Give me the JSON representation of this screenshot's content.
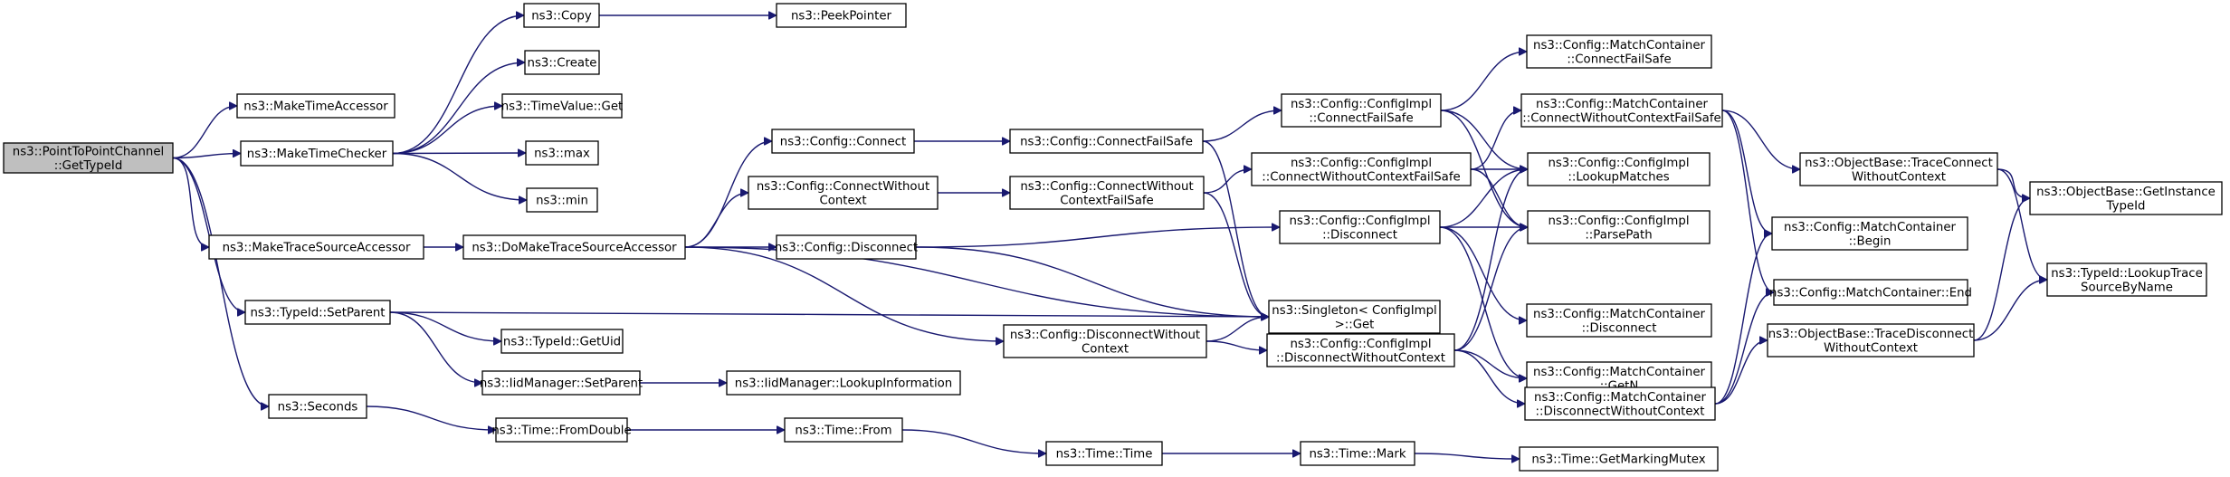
{
  "diagram": {
    "type": "call-graph",
    "colors": {
      "edge": "#191970",
      "root_fill": "#bfbfbf",
      "node_fill": "#ffffff",
      "border": "#000000"
    },
    "nodes": {
      "root": [
        "ns3::PointToPointChannel",
        "::GetTypeId"
      ],
      "make_time_accessor": [
        "ns3::MakeTimeAccessor"
      ],
      "make_time_checker": [
        "ns3::MakeTimeChecker"
      ],
      "make_trace_source_accessor": [
        "ns3::MakeTraceSourceAccessor"
      ],
      "typeid_setparent": [
        "ns3::TypeId::SetParent"
      ],
      "seconds": [
        "ns3::Seconds"
      ],
      "copy": [
        "ns3::Copy"
      ],
      "create": [
        "ns3::Create"
      ],
      "timevalue_get": [
        "ns3::TimeValue::Get"
      ],
      "max": [
        "ns3::max"
      ],
      "min": [
        "ns3::min"
      ],
      "peekpointer": [
        "ns3::PeekPointer"
      ],
      "do_make_trace_source_accessor": [
        "ns3::DoMakeTraceSourceAccessor"
      ],
      "typeid_getuid": [
        "ns3::TypeId::GetUid"
      ],
      "iidmanager_setparent": [
        "ns3::IidManager::SetParent"
      ],
      "iidmanager_lookupinformation": [
        "ns3::IidManager::LookupInformation"
      ],
      "time_fromdouble": [
        "ns3::Time::FromDouble"
      ],
      "config_connect": [
        "ns3::Config::Connect"
      ],
      "config_connect_without_context": [
        "ns3::Config::ConnectWithout",
        "Context"
      ],
      "config_disconnect": [
        "ns3::Config::Disconnect"
      ],
      "config_disconnect_without_context": [
        "ns3::Config::DisconnectWithout",
        "Context"
      ],
      "time_from": [
        "ns3::Time::From"
      ],
      "config_connect_failsafe": [
        "ns3::Config::ConnectFailSafe"
      ],
      "config_connect_without_context_failsafe": [
        "ns3::Config::ConnectWithout",
        "ContextFailSafe"
      ],
      "singleton_get": [
        "ns3::Singleton< ConfigImpl",
        ">::Get"
      ],
      "time_time": [
        "ns3::Time::Time"
      ],
      "configimpl_connect_failsafe": [
        "ns3::Config::ConfigImpl",
        "::ConnectFailSafe"
      ],
      "configimpl_connect_without_context_failsafe": [
        "ns3::Config::ConfigImpl",
        "::ConnectWithoutContextFailSafe"
      ],
      "configimpl_disconnect": [
        "ns3::Config::ConfigImpl",
        "::Disconnect"
      ],
      "configimpl_disconnect_without_context": [
        "ns3::Config::ConfigImpl",
        "::DisconnectWithoutContext"
      ],
      "time_mark": [
        "ns3::Time::Mark"
      ],
      "mc_connect_failsafe": [
        "ns3::Config::MatchContainer",
        "::ConnectFailSafe"
      ],
      "mc_connect_without_context_failsafe": [
        "ns3::Config::MatchContainer",
        "::ConnectWithoutContextFailSafe"
      ],
      "configimpl_lookupmatches": [
        "ns3::Config::ConfigImpl",
        "::LookupMatches"
      ],
      "configimpl_parsepath": [
        "ns3::Config::ConfigImpl",
        "::ParsePath"
      ],
      "mc_disconnect": [
        "ns3::Config::MatchContainer",
        "::Disconnect"
      ],
      "mc_getn": [
        "ns3::Config::MatchContainer",
        "::GetN"
      ],
      "mc_disconnect_without_context": [
        "ns3::Config::MatchContainer",
        "::DisconnectWithoutContext"
      ],
      "time_getmarkingmutex": [
        "ns3::Time::GetMarkingMutex"
      ],
      "objectbase_trace_connect_without_context": [
        "ns3::ObjectBase::TraceConnect",
        "WithoutContext"
      ],
      "mc_begin": [
        "ns3::Config::MatchContainer",
        "::Begin"
      ],
      "mc_end": [
        "ns3::Config::MatchContainer::End"
      ],
      "objectbase_trace_disconnect_without_context": [
        "ns3::ObjectBase::TraceDisconnect",
        "WithoutContext"
      ],
      "objectbase_getinstancetypeid": [
        "ns3::ObjectBase::GetInstance",
        "TypeId"
      ],
      "typeid_lookuptracesourcebyname": [
        "ns3::TypeId::LookupTrace",
        "SourceByName"
      ]
    },
    "edges": [
      [
        "root",
        "make_time_accessor"
      ],
      [
        "root",
        "make_time_checker"
      ],
      [
        "root",
        "make_trace_source_accessor"
      ],
      [
        "root",
        "typeid_setparent"
      ],
      [
        "root",
        "seconds"
      ],
      [
        "make_time_checker",
        "copy"
      ],
      [
        "make_time_checker",
        "create"
      ],
      [
        "make_time_checker",
        "timevalue_get"
      ],
      [
        "make_time_checker",
        "max"
      ],
      [
        "make_time_checker",
        "min"
      ],
      [
        "copy",
        "peekpointer"
      ],
      [
        "make_trace_source_accessor",
        "do_make_trace_source_accessor"
      ],
      [
        "do_make_trace_source_accessor",
        "config_connect"
      ],
      [
        "do_make_trace_source_accessor",
        "config_connect_without_context"
      ],
      [
        "do_make_trace_source_accessor",
        "config_disconnect"
      ],
      [
        "do_make_trace_source_accessor",
        "config_disconnect_without_context"
      ],
      [
        "do_make_trace_source_accessor",
        "singleton_get"
      ],
      [
        "typeid_setparent",
        "typeid_getuid"
      ],
      [
        "typeid_setparent",
        "iidmanager_setparent"
      ],
      [
        "typeid_setparent",
        "singleton_get"
      ],
      [
        "iidmanager_setparent",
        "iidmanager_lookupinformation"
      ],
      [
        "seconds",
        "time_fromdouble"
      ],
      [
        "time_fromdouble",
        "time_from"
      ],
      [
        "time_from",
        "time_time"
      ],
      [
        "time_time",
        "time_mark"
      ],
      [
        "time_mark",
        "time_getmarkingmutex"
      ],
      [
        "config_connect",
        "config_connect_failsafe"
      ],
      [
        "config_connect_without_context",
        "config_connect_without_context_failsafe"
      ],
      [
        "config_disconnect",
        "configimpl_disconnect"
      ],
      [
        "config_disconnect",
        "singleton_get"
      ],
      [
        "config_disconnect_without_context",
        "configimpl_disconnect_without_context"
      ],
      [
        "config_disconnect_without_context",
        "singleton_get"
      ],
      [
        "config_connect_failsafe",
        "configimpl_connect_failsafe"
      ],
      [
        "config_connect_failsafe",
        "singleton_get"
      ],
      [
        "config_connect_without_context_failsafe",
        "configimpl_connect_without_context_failsafe"
      ],
      [
        "config_connect_without_context_failsafe",
        "singleton_get"
      ],
      [
        "configimpl_connect_failsafe",
        "mc_connect_failsafe"
      ],
      [
        "configimpl_connect_failsafe",
        "configimpl_lookupmatches"
      ],
      [
        "configimpl_connect_failsafe",
        "configimpl_parsepath"
      ],
      [
        "configimpl_connect_without_context_failsafe",
        "mc_connect_without_context_failsafe"
      ],
      [
        "configimpl_connect_without_context_failsafe",
        "configimpl_lookupmatches"
      ],
      [
        "configimpl_connect_without_context_failsafe",
        "configimpl_parsepath"
      ],
      [
        "configimpl_disconnect",
        "configimpl_lookupmatches"
      ],
      [
        "configimpl_disconnect",
        "configimpl_parsepath"
      ],
      [
        "configimpl_disconnect",
        "mc_disconnect"
      ],
      [
        "configimpl_disconnect",
        "mc_getn"
      ],
      [
        "configimpl_disconnect_without_context",
        "configimpl_lookupmatches"
      ],
      [
        "configimpl_disconnect_without_context",
        "configimpl_parsepath"
      ],
      [
        "configimpl_disconnect_without_context",
        "mc_getn"
      ],
      [
        "configimpl_disconnect_without_context",
        "mc_disconnect_without_context"
      ],
      [
        "mc_connect_without_context_failsafe",
        "objectbase_trace_connect_without_context"
      ],
      [
        "mc_connect_without_context_failsafe",
        "mc_begin"
      ],
      [
        "mc_connect_without_context_failsafe",
        "mc_end"
      ],
      [
        "mc_disconnect_without_context",
        "objectbase_trace_disconnect_without_context"
      ],
      [
        "mc_disconnect_without_context",
        "mc_begin"
      ],
      [
        "mc_disconnect_without_context",
        "mc_end"
      ],
      [
        "objectbase_trace_connect_without_context",
        "objectbase_getinstancetypeid"
      ],
      [
        "objectbase_trace_connect_without_context",
        "typeid_lookuptracesourcebyname"
      ],
      [
        "objectbase_trace_disconnect_without_context",
        "objectbase_getinstancetypeid"
      ],
      [
        "objectbase_trace_disconnect_without_context",
        "typeid_lookuptracesourcebyname"
      ]
    ]
  }
}
